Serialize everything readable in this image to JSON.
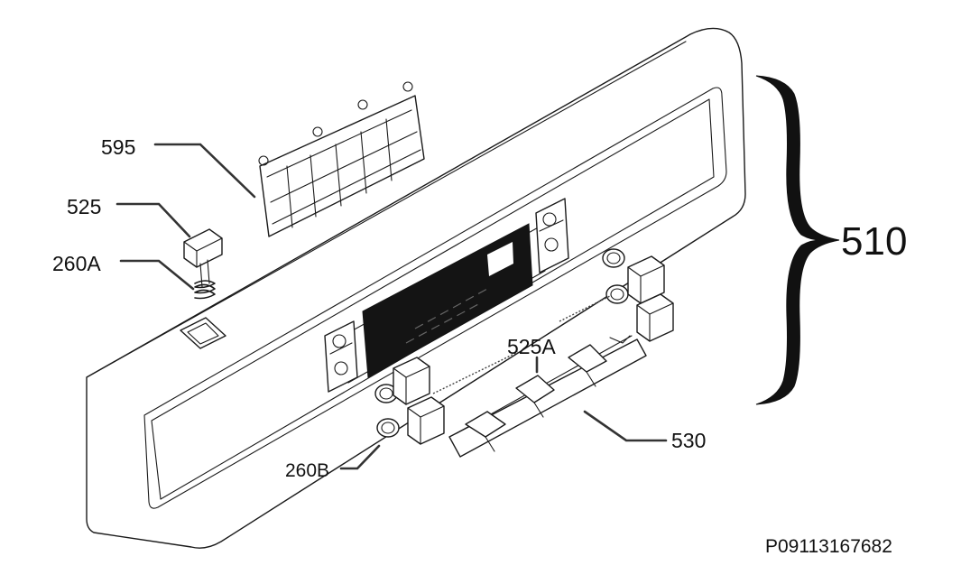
{
  "diagram": {
    "labels": {
      "p595": "595",
      "p525": "525",
      "p260a": "260A",
      "p510": "510",
      "p525a": "525A",
      "p530": "530",
      "p260b": "260B"
    },
    "reference_code": "P09113167682"
  }
}
